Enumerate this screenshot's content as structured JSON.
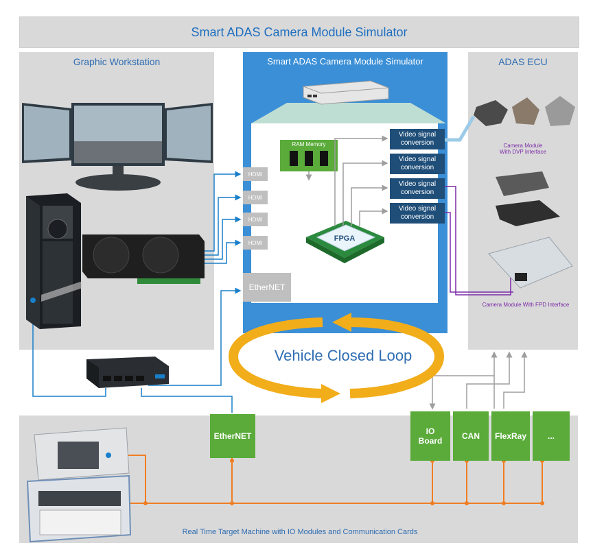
{
  "title": "Smart ADAS Camera Module Simulator",
  "graphic_workstation": {
    "title": "Graphic Workstation"
  },
  "simulator": {
    "title": "Smart ADAS Camera Module Simulator",
    "hdmi_labels": [
      "HDMI",
      "HDMI",
      "HDMI",
      "HDMI"
    ],
    "ethernet_label": "EtherNET",
    "ram_label": "RAM Memory",
    "fpga_label": "FPGA",
    "video_conversions": [
      "Video signal\nconversion",
      "Video signal\nconversion",
      "Video signal\nconversion",
      "Video signal\nconversion"
    ]
  },
  "adas_ecu": {
    "title": "ADAS ECU",
    "dvp_label": "Camera Module\nWith DVP Interface",
    "fpd_label": "Camera Module With FPD Interface"
  },
  "closed_loop_label": "Vehicle Closed Loop",
  "bottom": {
    "ethernet_label": "EtherNET",
    "modules": [
      "IO\nBoard",
      "CAN",
      "FlexRay",
      "..."
    ],
    "caption": "Real Time Target Machine with IO Modules and Communication Cards"
  },
  "colors": {
    "title_text": "#1e6fbf",
    "panel_bg": "#d9d9d9",
    "simulator_bg": "#3a8fd6",
    "green": "#5aab3a",
    "navy": "#1f4e79",
    "orange": "#f07d22",
    "cable_blue": "#1a7fc9",
    "purple": "#7b2aa7",
    "loop_yellow": "#f2ad1b"
  }
}
